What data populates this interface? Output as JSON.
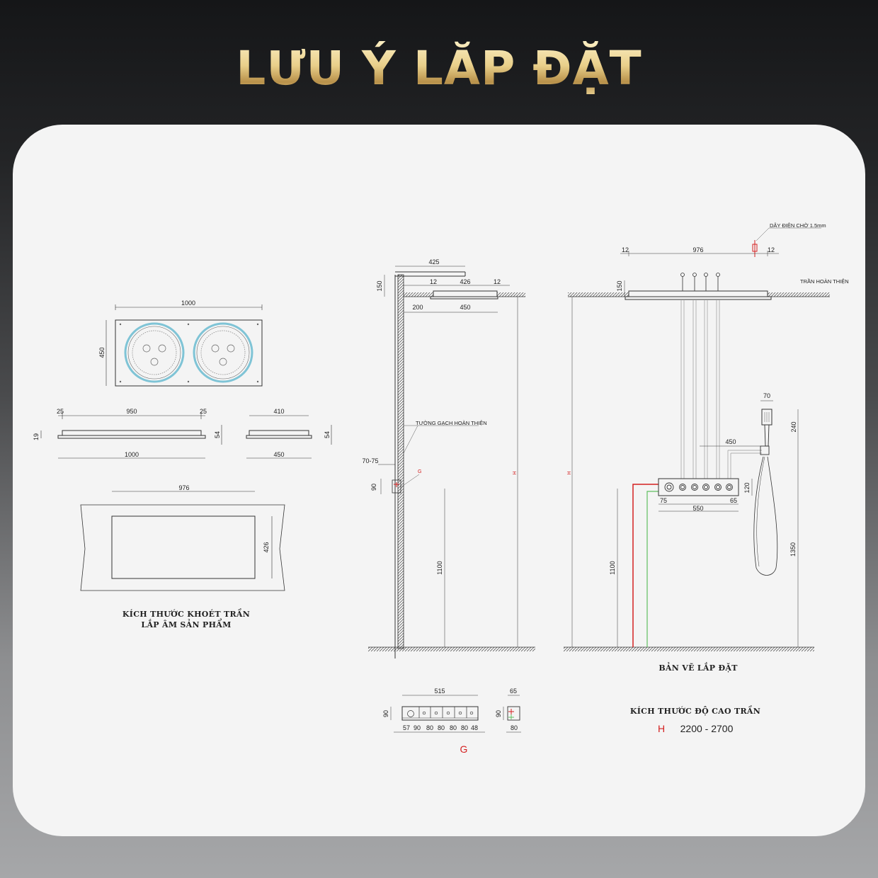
{
  "header": {
    "title": "LƯU Ý LẮP ĐẶT"
  },
  "diagram_a": {
    "top_width": "1000",
    "top_height": "450",
    "side": {
      "w25a": "25",
      "w950": "950",
      "w25b": "25",
      "h19": "19",
      "h54": "54",
      "w1000": "1000"
    },
    "end": {
      "w410": "410",
      "w450": "450",
      "h54": "54"
    },
    "cutout": {
      "w976": "976",
      "h426": "426"
    },
    "caption_line1": "KÍCH THƯỚC KHOÉT TRẦN",
    "caption_line2": "LẮP ÂM SẢN PHẨM"
  },
  "diagram_b": {
    "d425": "425",
    "d150": "150",
    "d12a": "12",
    "d426": "426",
    "d12b": "12",
    "d200": "200",
    "d450": "450",
    "wall_label": "TƯỜNG GẠCH HOÀN THIỆN",
    "g_marker": "G",
    "d7075": "70-75",
    "d90": "90",
    "h_marker": "H",
    "d1100": "1100"
  },
  "diagram_c": {
    "cable_label": "DÂY ĐIỆN CHỜ 1.5mm",
    "d12a": "12",
    "d976": "976",
    "d12b": "12",
    "ceiling_label": "TRẦN HOÀN THIỆN",
    "d150": "150",
    "h_marker": "H",
    "d70": "70",
    "d240": "240",
    "d450": "450",
    "d120": "120",
    "d75": "75",
    "d65": "65",
    "d550": "550",
    "d1100": "1100",
    "d1350": "1350",
    "caption": "BẢN VẼ LẮP ĐẶT"
  },
  "diagram_g": {
    "d515": "515",
    "d65": "65",
    "d90a": "90",
    "d90b": "90",
    "d80side": "80",
    "segments": [
      "57",
      "90",
      "80",
      "80",
      "80",
      "80",
      "48"
    ],
    "label": "G"
  },
  "height_info": {
    "caption": "KÍCH THƯỚC ĐỘ CAO TRẦN",
    "marker": "H",
    "range": "2200 - 2700"
  }
}
